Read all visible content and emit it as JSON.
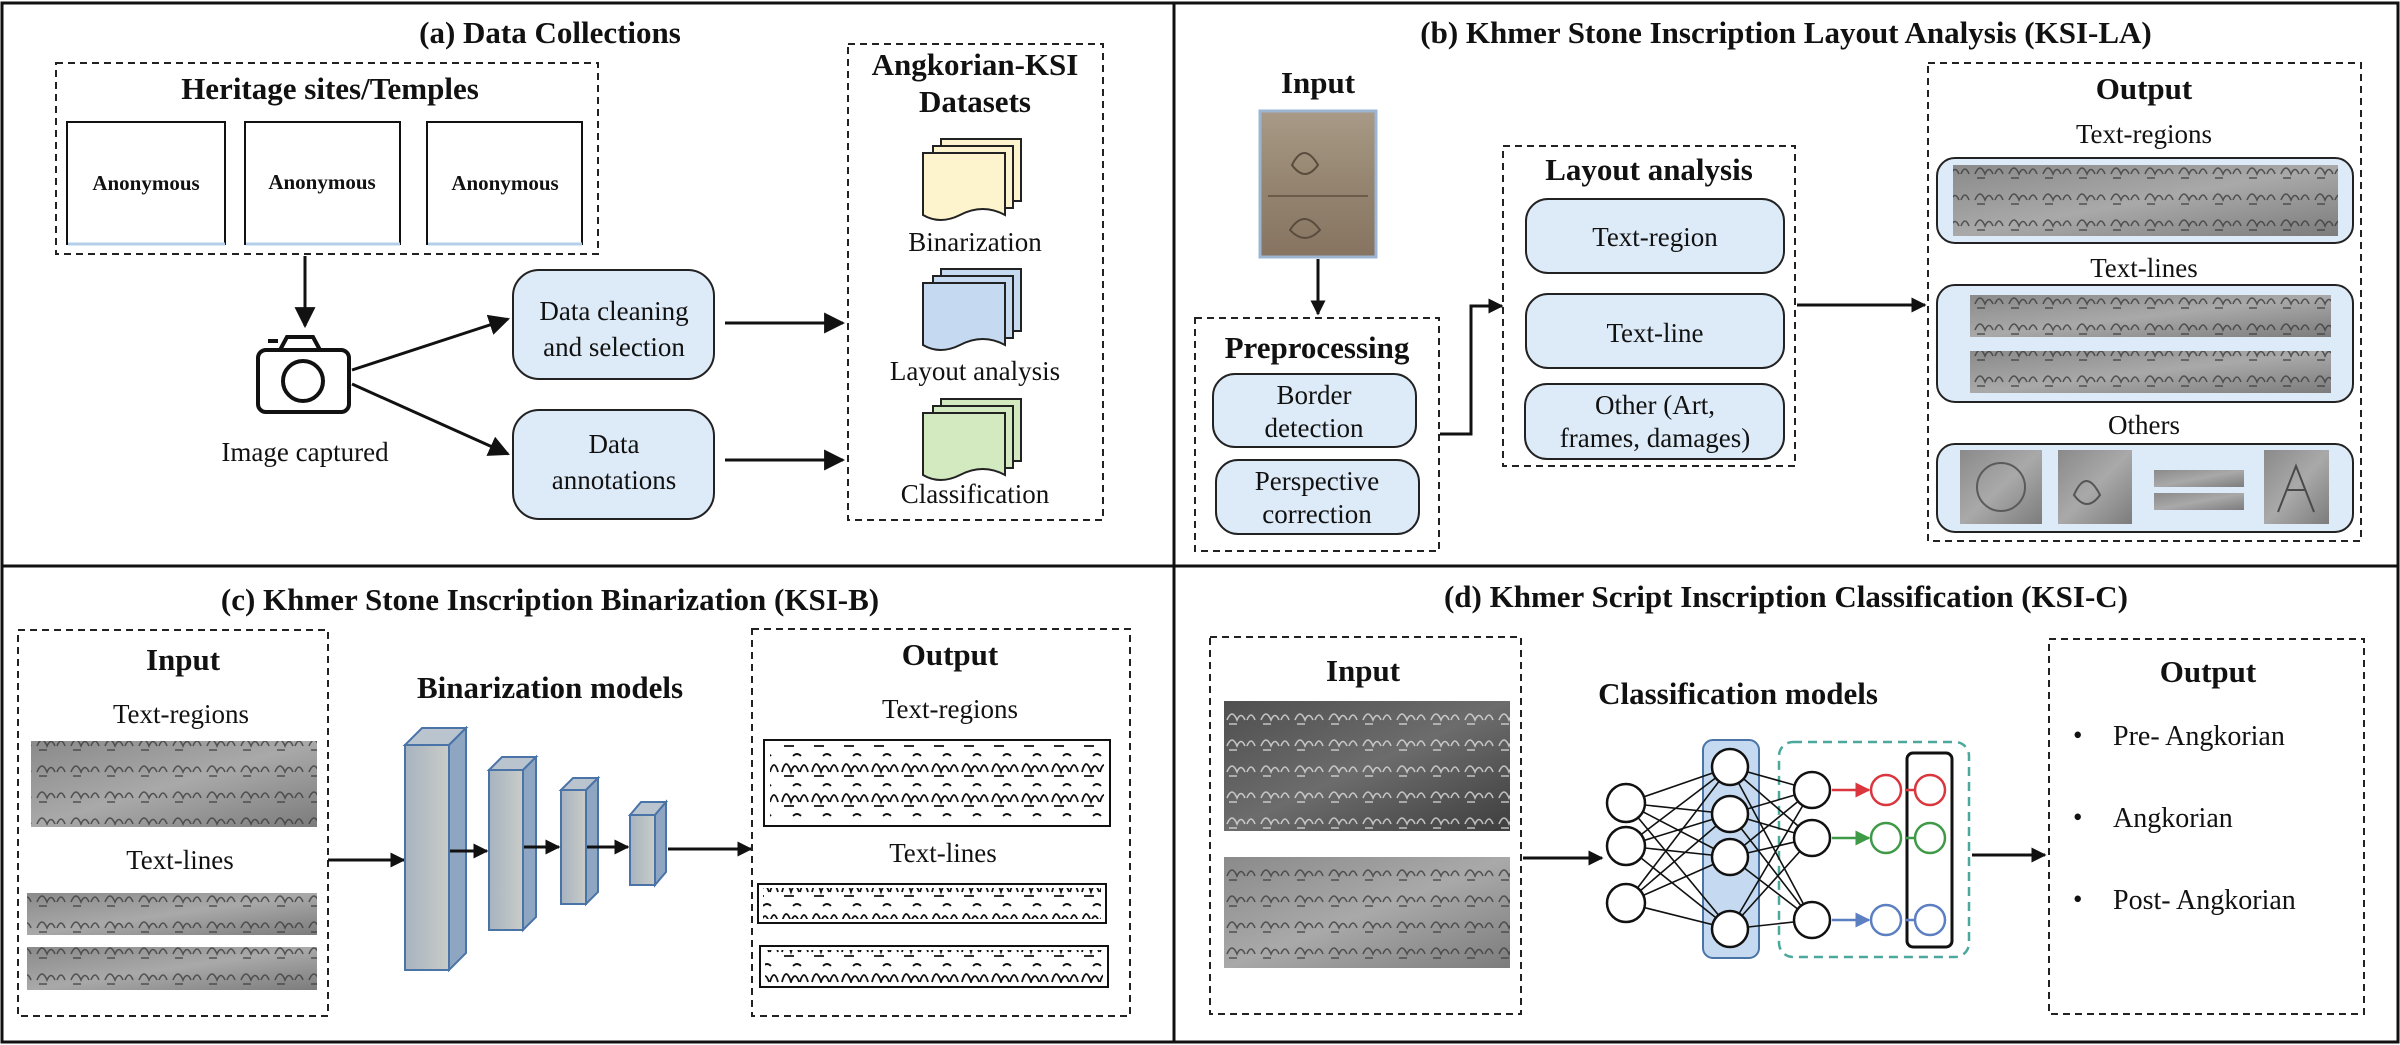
{
  "panel_a": {
    "title": "(a) Data Collections",
    "heritage_label": "Heritage sites/Temples",
    "anon_1": "Anonymous",
    "anon_2": "Anonymous",
    "anon_3": "Anonymous",
    "camera_label": "Image captured",
    "cleaning_line1": "Data cleaning",
    "cleaning_line2": "and selection",
    "annot_line1": "Data",
    "annot_line2": "annotations",
    "dataset_line1": "Angkorian-KSI",
    "dataset_line2": "Datasets",
    "ds_binarization": "Binarization",
    "ds_layout": "Layout analysis",
    "ds_classification": "Classification",
    "colors": {
      "binarization": "#fdf3cc",
      "layout": "#c5daf0",
      "classification": "#d3e9c0"
    }
  },
  "panel_b": {
    "title": "(b) Khmer Stone Inscription Layout Analysis (KSI-LA)",
    "input_label": "Input",
    "preprocessing_label": "Preprocessing",
    "border_line1": "Border",
    "border_line2": "detection",
    "persp_line1": "Perspective",
    "persp_line2": "correction",
    "layout_label": "Layout analysis",
    "text_region": "Text-region",
    "text_line": "Text-line",
    "other_line1": "Other (Art,",
    "other_line2": "frames, damages)",
    "output_label": "Output",
    "out_text_regions": "Text-regions",
    "out_text_lines": "Text-lines",
    "out_others": "Others"
  },
  "panel_c": {
    "title": "(c) Khmer Stone Inscription Binarization (KSI-B)",
    "input_label": "Input",
    "in_text_regions": "Text-regions",
    "in_text_lines": "Text-lines",
    "models_label": "Binarization models",
    "output_label": "Output",
    "out_text_regions": "Text-regions",
    "out_text_lines": "Text-lines"
  },
  "panel_d": {
    "title": "(d) Khmer Script Inscription Classification (KSI-C)",
    "input_label": "Input",
    "models_label": "Classification models",
    "output_label": "Output",
    "classes": [
      "Pre- Angkorian",
      "Angkorian",
      "Post- Angkorian"
    ],
    "bullet": "•"
  }
}
